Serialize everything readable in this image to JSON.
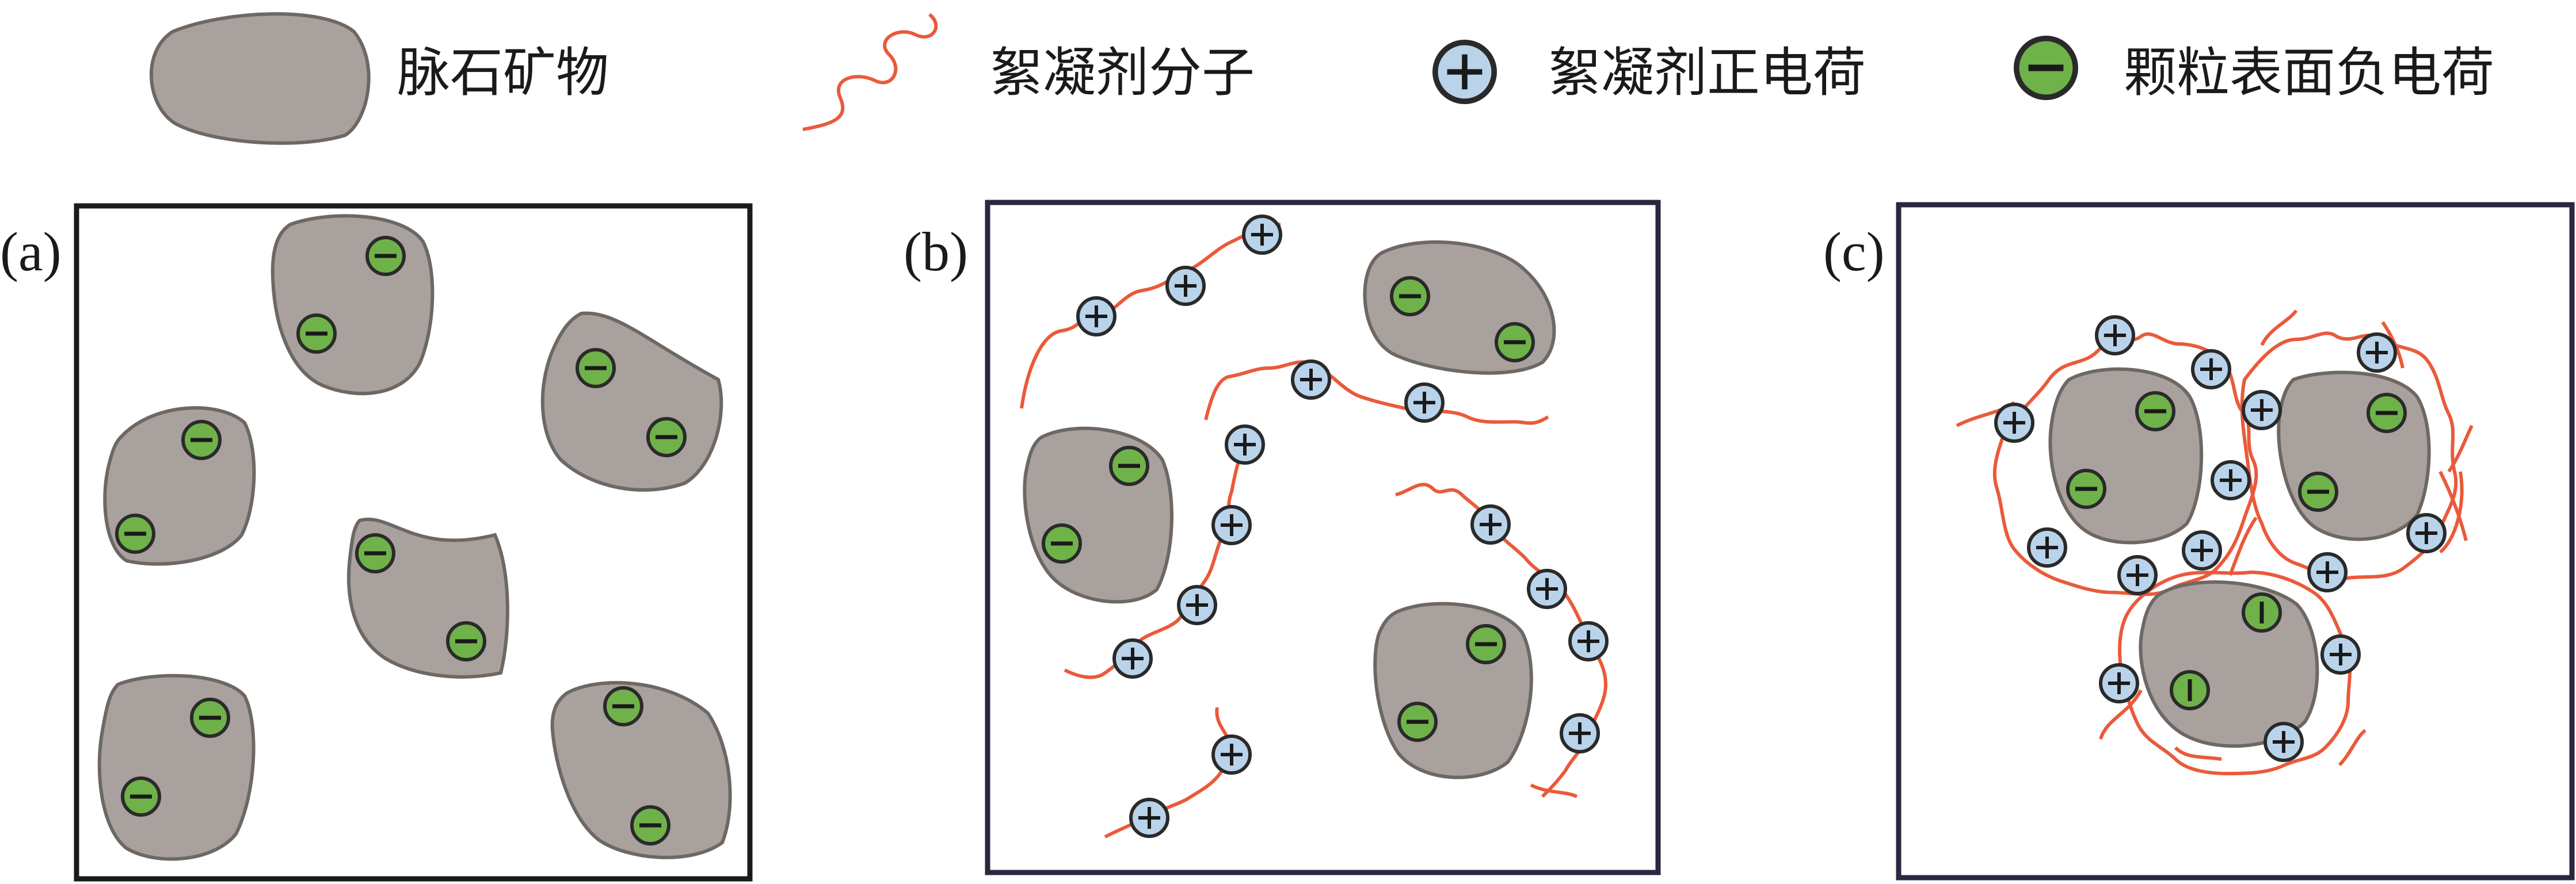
{
  "legend": {
    "items": [
      {
        "key": "gangue",
        "label": "脉石矿物",
        "icon": "gangue-particle-icon"
      },
      {
        "key": "molecule",
        "label": "絮凝剂分子",
        "icon": "flocculant-molecule-icon"
      },
      {
        "key": "positive",
        "label": "絮凝剂正电荷",
        "icon": "positive-charge-icon"
      },
      {
        "key": "negative",
        "label": "颗粒表面负电荷",
        "icon": "negative-charge-icon"
      }
    ]
  },
  "panels": [
    {
      "id": "a",
      "label": "(a)"
    },
    {
      "id": "b",
      "label": "(b)"
    },
    {
      "id": "c",
      "label": "(c)"
    }
  ],
  "colors": {
    "particle_fill": "#a8a19d",
    "particle_stroke": "#6e6864",
    "flocculant": "#ea5a3a",
    "positive_fill": "#b9d3ea",
    "negative_fill": "#6fb24a",
    "frame_a": "#1b1b1b",
    "frame_bc": "#2b2740"
  }
}
